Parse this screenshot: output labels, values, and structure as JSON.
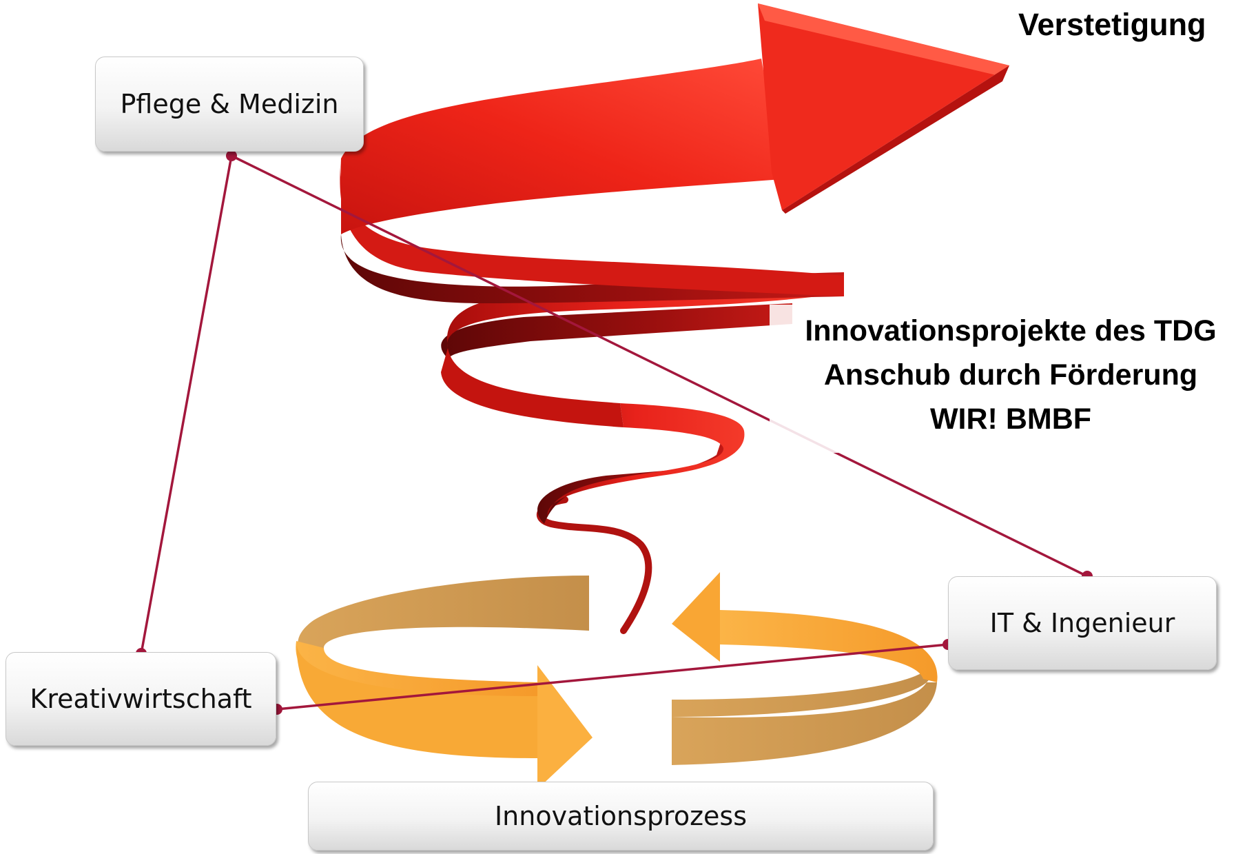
{
  "diagram": {
    "boxes": {
      "pflege": "Pflege & Medizin",
      "kreativ": "Kreativwirtschaft",
      "it": "IT & Ingenieur",
      "innovation": "Innovationsprozess"
    },
    "top_label": "Verstetigung",
    "middle_lines": [
      "Innovationsprojekte des TDG",
      "Anschub durch Förderung",
      "WIR! BMBF"
    ],
    "colors": {
      "connector": "#a3173c",
      "spiral_red": "#e8221b",
      "spiral_dark": "#8e0c0c",
      "cycle_orange": "#f6a23a",
      "cycle_tan": "#c9974f"
    }
  }
}
